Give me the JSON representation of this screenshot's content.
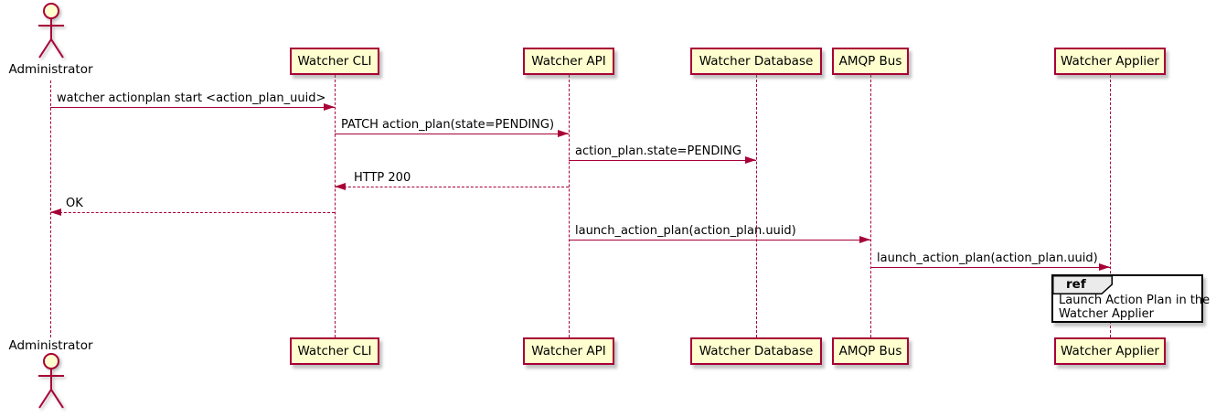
{
  "diagram": {
    "type": "sequence",
    "colors": {
      "participant_fill": "#FEFECE",
      "participant_border": "#A80036",
      "line": "#A80036",
      "text": "#000000",
      "ref_border": "#000000",
      "ref_header_fill": "#EBEBEB",
      "background": "#FFFFFF"
    },
    "actor": {
      "label": "Administrator",
      "type": "actor"
    },
    "participants": [
      {
        "label": "Watcher CLI"
      },
      {
        "label": "Watcher API"
      },
      {
        "label": "Watcher Database"
      },
      {
        "label": "AMQP Bus"
      },
      {
        "label": "Watcher Applier"
      }
    ],
    "messages": [
      {
        "from": "Administrator",
        "to": "Watcher CLI",
        "label": "watcher actionplan start <action_plan_uuid>",
        "line": "solid",
        "direction": "right"
      },
      {
        "from": "Watcher CLI",
        "to": "Watcher API",
        "label": "PATCH action_plan(state=PENDING)",
        "line": "solid",
        "direction": "right"
      },
      {
        "from": "Watcher API",
        "to": "Watcher Database",
        "label": "action_plan.state=PENDING",
        "line": "solid",
        "direction": "right"
      },
      {
        "from": "Watcher API",
        "to": "Watcher CLI",
        "label": "HTTP 200",
        "line": "dashed",
        "direction": "left"
      },
      {
        "from": "Watcher CLI",
        "to": "Administrator",
        "label": "OK",
        "line": "dashed",
        "direction": "left"
      },
      {
        "from": "Watcher API",
        "to": "AMQP Bus",
        "label": "launch_action_plan(action_plan.uuid)",
        "line": "solid",
        "direction": "right"
      },
      {
        "from": "AMQP Bus",
        "to": "Watcher Applier",
        "label": "launch_action_plan(action_plan.uuid)",
        "line": "solid",
        "direction": "right"
      }
    ],
    "ref": {
      "keyword": "ref",
      "lines": [
        "Launch Action Plan in the",
        "Watcher Applier"
      ]
    }
  }
}
